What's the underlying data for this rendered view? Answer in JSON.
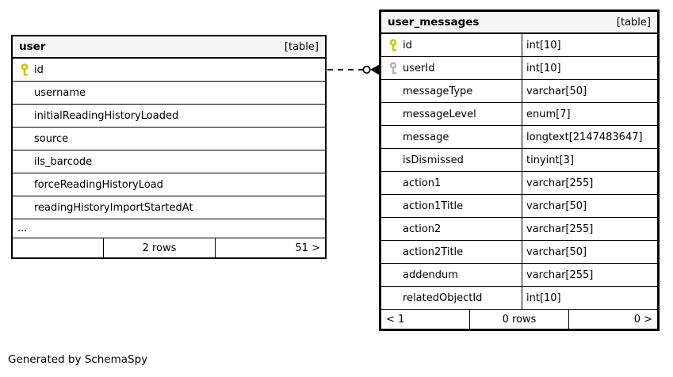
{
  "page": {
    "generated_by": "Generated by SchemaSpy"
  },
  "colors": {
    "header_bg": "#f5f5f5",
    "border": "#000000",
    "primary_key": "#c9c900",
    "foreign_key": "#b5b5b5"
  },
  "tables": [
    {
      "name": "user",
      "badge": "[table]",
      "columns": [
        {
          "name": "id",
          "key": "primary-key"
        },
        {
          "name": "username"
        },
        {
          "name": "initialReadingHistoryLoaded"
        },
        {
          "name": "source"
        },
        {
          "name": "ils_barcode"
        },
        {
          "name": "forceReadingHistoryLoad"
        },
        {
          "name": "readingHistoryImportStartedAt"
        }
      ],
      "ellipsis": "...",
      "footer": {
        "left": "",
        "center": "2 rows",
        "right": "51 >"
      }
    },
    {
      "name": "user_messages",
      "badge": "[table]",
      "columns": [
        {
          "name": "id",
          "type": "int[10]",
          "key": "primary-key"
        },
        {
          "name": "userId",
          "type": "int[10]",
          "key": "foreign-key"
        },
        {
          "name": "messageType",
          "type": "varchar[50]"
        },
        {
          "name": "messageLevel",
          "type": "enum[7]"
        },
        {
          "name": "message",
          "type": "longtext[2147483647]"
        },
        {
          "name": "isDismissed",
          "type": "tinyint[3]"
        },
        {
          "name": "action1",
          "type": "varchar[255]"
        },
        {
          "name": "action1Title",
          "type": "varchar[50]"
        },
        {
          "name": "action2",
          "type": "varchar[255]"
        },
        {
          "name": "action2Title",
          "type": "varchar[50]"
        },
        {
          "name": "addendum",
          "type": "varchar[255]"
        },
        {
          "name": "relatedObjectId",
          "type": "int[10]"
        }
      ],
      "footer": {
        "left": "< 1",
        "center": "0 rows",
        "right": "0 >"
      }
    }
  ],
  "relationship": {
    "from_table": "user",
    "from_column": "id",
    "to_table": "user_messages",
    "to_column": "userId",
    "line_style": "dashed"
  }
}
